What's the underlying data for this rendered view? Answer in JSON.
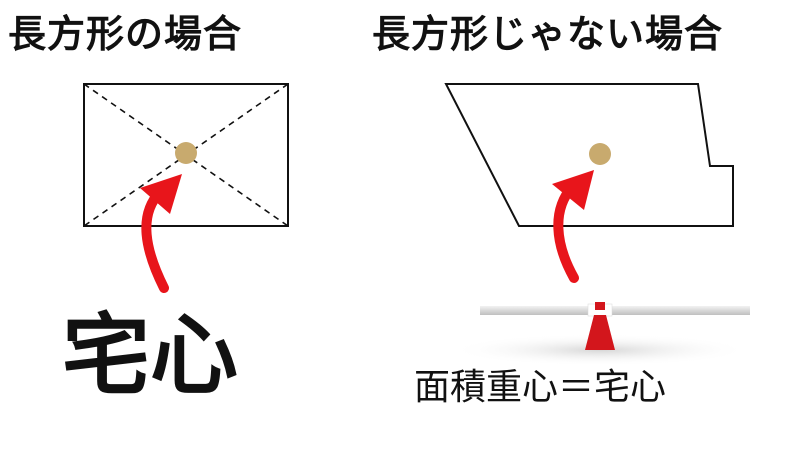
{
  "titles": {
    "rectangle": "長方形の場合",
    "non_rectangle": "長方形じゃない場合"
  },
  "labels": {
    "house_center": "宅心",
    "area_centroid_equation": "面積重心＝宅心"
  },
  "colors": {
    "centroid_dot": "#c8aa6e",
    "arrow": "#e8151b",
    "outline": "#111111",
    "seesaw_base": "#d3161c",
    "seesaw_beam": "#e6e6e6"
  },
  "icons": {
    "arrow": "curved-arrow-icon",
    "balance": "seesaw-balance-icon"
  }
}
